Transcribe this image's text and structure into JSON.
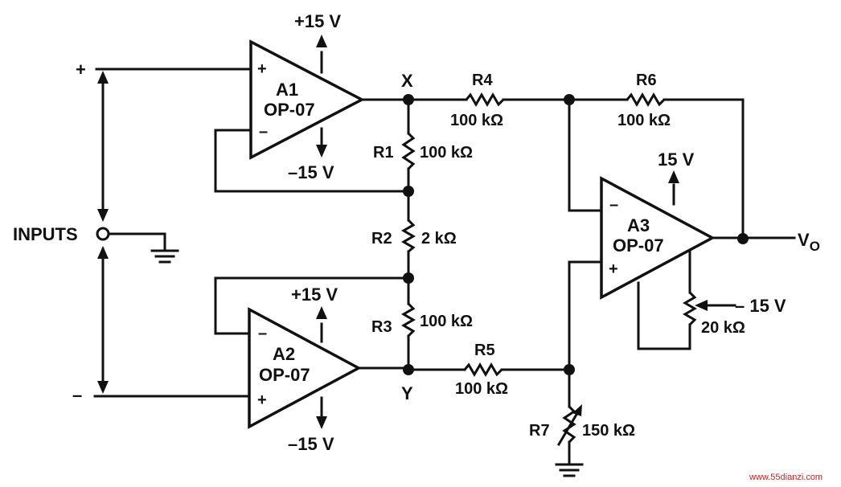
{
  "inputs": {
    "label": "INPUTS",
    "plus": "+",
    "minus": "–"
  },
  "a1": {
    "name": "A1",
    "part": "OP-07",
    "supply_pos": "+15 V",
    "supply_neg": "–15 V",
    "in_plus": "+",
    "in_minus": "–"
  },
  "a2": {
    "name": "A2",
    "part": "OP-07",
    "supply_pos": "+15 V",
    "supply_neg": "–15 V",
    "in_plus": "+",
    "in_minus": "–"
  },
  "a3": {
    "name": "A3",
    "part": "OP-07",
    "supply_pos": "15 V",
    "in_plus": "+",
    "in_minus": "–"
  },
  "nodes": {
    "x": "X",
    "y": "Y"
  },
  "resistors": {
    "r1": {
      "name": "R1",
      "value": "100 kΩ"
    },
    "r2": {
      "name": "R2",
      "value": "2 kΩ"
    },
    "r3": {
      "name": "R3",
      "value": "100 kΩ"
    },
    "r4": {
      "name": "R4",
      "value": "100 kΩ"
    },
    "r5": {
      "name": "R5",
      "value": "100 kΩ"
    },
    "r6": {
      "name": "R6",
      "value": "100 kΩ"
    },
    "r7": {
      "name": "R7",
      "value": "150 kΩ"
    },
    "trim": {
      "value": "20 kΩ",
      "supply": "– 15 V"
    }
  },
  "output": {
    "v": "V",
    "sub": "O"
  },
  "watermark": "www.55dianzi.com"
}
